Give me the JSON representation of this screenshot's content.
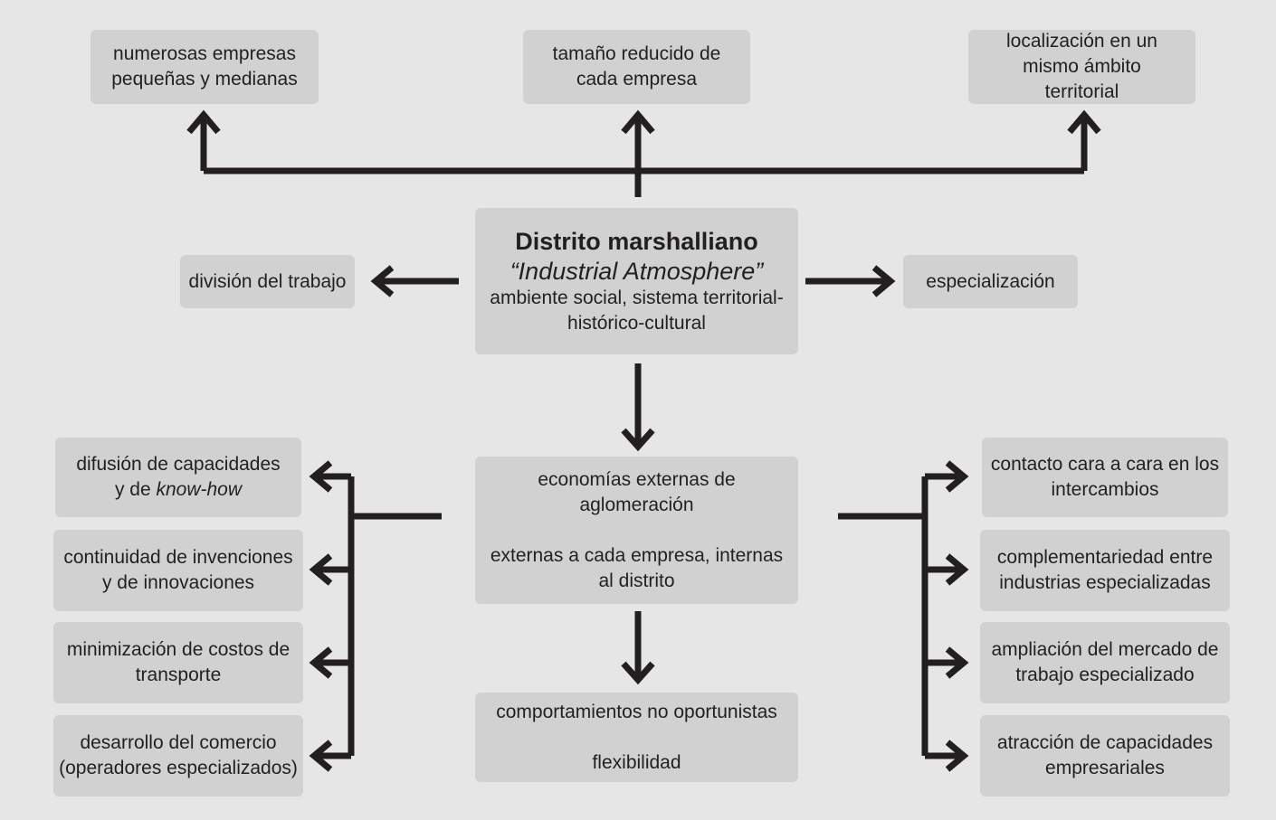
{
  "center": {
    "title": "Distrito marshalliano",
    "subtitle": "“Industrial Atmosphere”",
    "line1": "ambiente social, sistema territorial-",
    "line2": "histórico-cultural"
  },
  "top": {
    "left": [
      "numerosas empresas",
      "pequeñas y medianas"
    ],
    "middle": [
      "tamaño reducido de",
      "cada empresa"
    ],
    "right": [
      "localización en un",
      "mismo ámbito",
      "territorial"
    ]
  },
  "side": {
    "left": "división del trabajo",
    "right": "especialización"
  },
  "economies": {
    "line1": "economías externas de",
    "line2": "aglomeración",
    "line3": "externas a cada empresa, internas",
    "line4": "al distrito"
  },
  "behaviours": {
    "line1": "comportamientos no oportunistas",
    "line2": "flexibilidad"
  },
  "left_items": [
    {
      "line1": "difusión de capacidades",
      "line2_prefix": "y de ",
      "line2_italic": "know-how"
    },
    {
      "line1": "continuidad de invenciones",
      "line2": "y de innovaciones"
    },
    {
      "line1": "minimización de costos de",
      "line2": "transporte"
    },
    {
      "line1": "desarrollo del comercio",
      "line2": "(operadores especializados)"
    }
  ],
  "right_items": [
    {
      "line1": "contacto cara a cara en los",
      "line2": "intercambios"
    },
    {
      "line1": "complementariedad entre",
      "line2": "industrias especializadas"
    },
    {
      "line1": "ampliación del mercado de",
      "line2": "trabajo especializado"
    },
    {
      "line1": "atracción de capacidades",
      "line2": "empresariales"
    }
  ],
  "colors": {
    "background": "#e6e6e6",
    "box": "#d1d1d1",
    "arrow": "#231f20"
  }
}
